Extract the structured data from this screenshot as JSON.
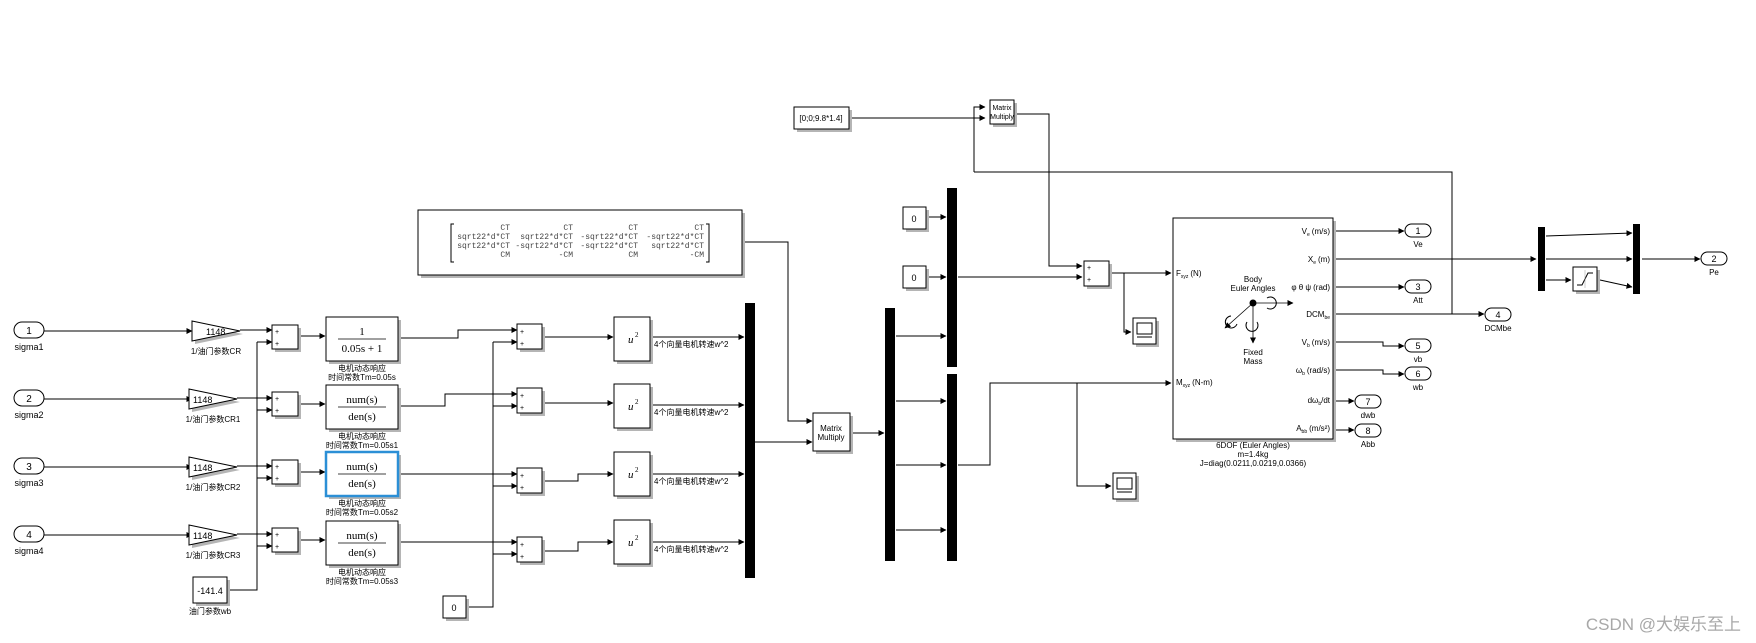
{
  "inports": [
    {
      "num": "1",
      "name": "sigma1"
    },
    {
      "num": "2",
      "name": "sigma2"
    },
    {
      "num": "3",
      "name": "sigma3"
    },
    {
      "num": "4",
      "name": "sigma4"
    }
  ],
  "gains": [
    {
      "value": "1148",
      "label": "1/油门参数CR"
    },
    {
      "value": "1148",
      "label": "1/油门参数CR1"
    },
    {
      "value": "1148",
      "label": "1/油门参数CR2"
    },
    {
      "value": "1148",
      "label": "1/油门参数CR3"
    }
  ],
  "throttle_const": {
    "value": "-141.4",
    "label": "油门参数wb"
  },
  "motor_tfs": [
    {
      "num": "1",
      "den": "0.05s + 1",
      "label1": "电机动态响应",
      "label2": "时间常数Tm=0.05s"
    },
    {
      "num": "num(s)",
      "den": "den(s)",
      "label1": "电机动态响应",
      "label2": "时间常数Tm=0.05s1"
    },
    {
      "num": "num(s)",
      "den": "den(s)",
      "label1": "电机动态响应",
      "label2": "时间常数Tm=0.05s2"
    },
    {
      "num": "num(s)",
      "den": "den(s)",
      "label1": "电机动态响应",
      "label2": "时间常数Tm=0.05s3"
    }
  ],
  "zero_const": "0",
  "square": {
    "base": "u",
    "exp": "2"
  },
  "signal_labels": [
    "4个向量电机转速w^2",
    "4个向量电机转速w^2",
    "4个向量电机转速w^2",
    "4个向量电机转速w^2"
  ],
  "matrix": {
    "rows": [
      [
        "CT",
        "CT",
        "CT",
        "CT"
      ],
      [
        "sqrt22*d*CT",
        "sqrt22*d*CT",
        "-sqrt22*d*CT",
        "-sqrt22*d*CT"
      ],
      [
        "sqrt22*d*CT",
        "-sqrt22*d*CT",
        "-sqrt22*d*CT",
        "sqrt22*d*CT"
      ],
      [
        "CM",
        "-CM",
        "CM",
        "-CM"
      ]
    ]
  },
  "mm_mid": {
    "line1": "Matrix",
    "line2": "Multiply"
  },
  "mm_top": {
    "line1": "Matrix",
    "line2": "Multiply"
  },
  "gravity_const": "[0;0;9.8*1.4]",
  "small_zero_consts": [
    "0",
    "0"
  ],
  "sixdof": {
    "in_force": "F",
    "in_force_sub": "xyz",
    "in_force_unit": "(N)",
    "in_moment": "M",
    "in_moment_sub": "xyz",
    "in_moment_unit": "(N-m)",
    "outputs": [
      {
        "main": "V",
        "sub": "e",
        "unit": "(m/s)"
      },
      {
        "main": "X",
        "sub": "e",
        "unit": "(m)"
      },
      {
        "main": "φ θ ψ",
        "sub": "",
        "unit": "(rad)"
      },
      {
        "main": "DCM",
        "sub": "be",
        "unit": ""
      },
      {
        "main": "V",
        "sub": "b",
        "unit": "(m/s)"
      },
      {
        "main": "ω",
        "sub": "b",
        "unit": "(rad/s)"
      },
      {
        "main": "dω",
        "sub": "b",
        "unit": "/dt"
      },
      {
        "main": "A",
        "sub": "bb",
        "unit": "(m/s²)"
      }
    ],
    "center_top1": "Body",
    "center_top2": "Euler Angles",
    "center_bot1": "Fixed",
    "center_bot2": "Mass",
    "label1": "6DOF (Euler Angles)",
    "label2": "m=1.4kg",
    "label3": "J=diag(0.0211,0.0219,0.0366)"
  },
  "outports": [
    {
      "num": "1",
      "name": "Ve"
    },
    {
      "num": "2",
      "name": "Pe"
    },
    {
      "num": "3",
      "name": "Att"
    },
    {
      "num": "4",
      "name": "DCMbe"
    },
    {
      "num": "5",
      "name": "vb"
    },
    {
      "num": "6",
      "name": "wb"
    },
    {
      "num": "7",
      "name": "dwb"
    },
    {
      "num": "8",
      "name": "Abb"
    }
  ],
  "watermark": "CSDN @大娱乐至上",
  "colors": {
    "selection": "#2b8fd6",
    "shadow": "#b5b5b5"
  }
}
